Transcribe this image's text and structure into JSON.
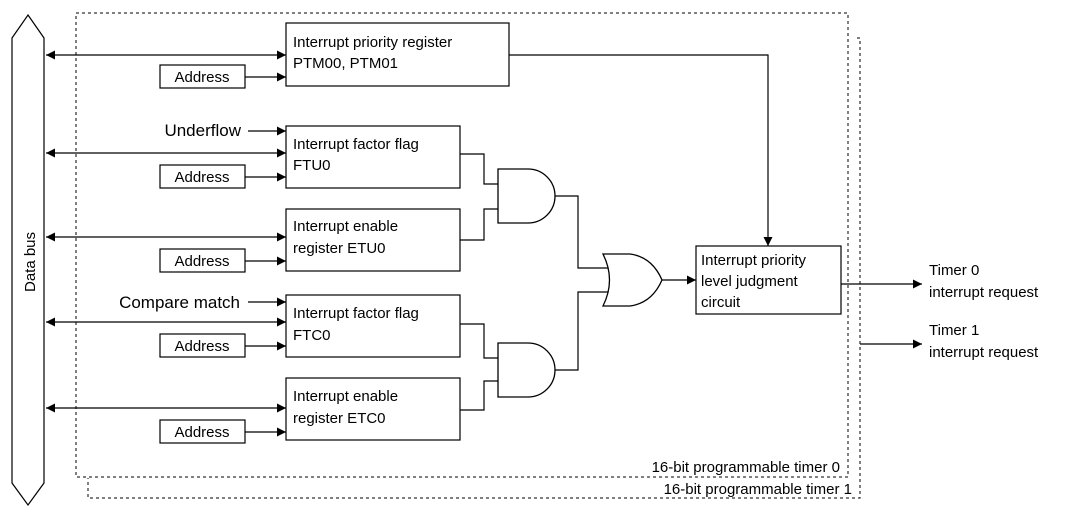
{
  "data_bus": {
    "label": "Data bus"
  },
  "priority_register": {
    "line1": "Interrupt priority register",
    "line2": "PTM00, PTM01"
  },
  "factor_flag_0": {
    "line1": "Interrupt factor flag",
    "line2": "FTU0"
  },
  "enable_register_0": {
    "line1": "Interrupt enable",
    "line2": "register  ETU0"
  },
  "factor_flag_1": {
    "line1": "Interrupt factor flag",
    "line2": "FTC0"
  },
  "enable_register_1": {
    "line1": "Interrupt enable",
    "line2": "register  ETC0"
  },
  "address_label": "Address",
  "inputs": {
    "underflow": "Underflow",
    "compare_match": "Compare match"
  },
  "judgment_circuit": {
    "line1": "Interrupt priority",
    "line2": "level judgment",
    "line3": "circuit"
  },
  "outputs": {
    "timer0_line1": "Timer 0",
    "timer0_line2": "interrupt request",
    "timer1_line1": "Timer 1",
    "timer1_line2": "interrupt request"
  },
  "frames": {
    "timer0": "16-bit programmable timer 0",
    "timer1": "16-bit programmable timer 1"
  }
}
